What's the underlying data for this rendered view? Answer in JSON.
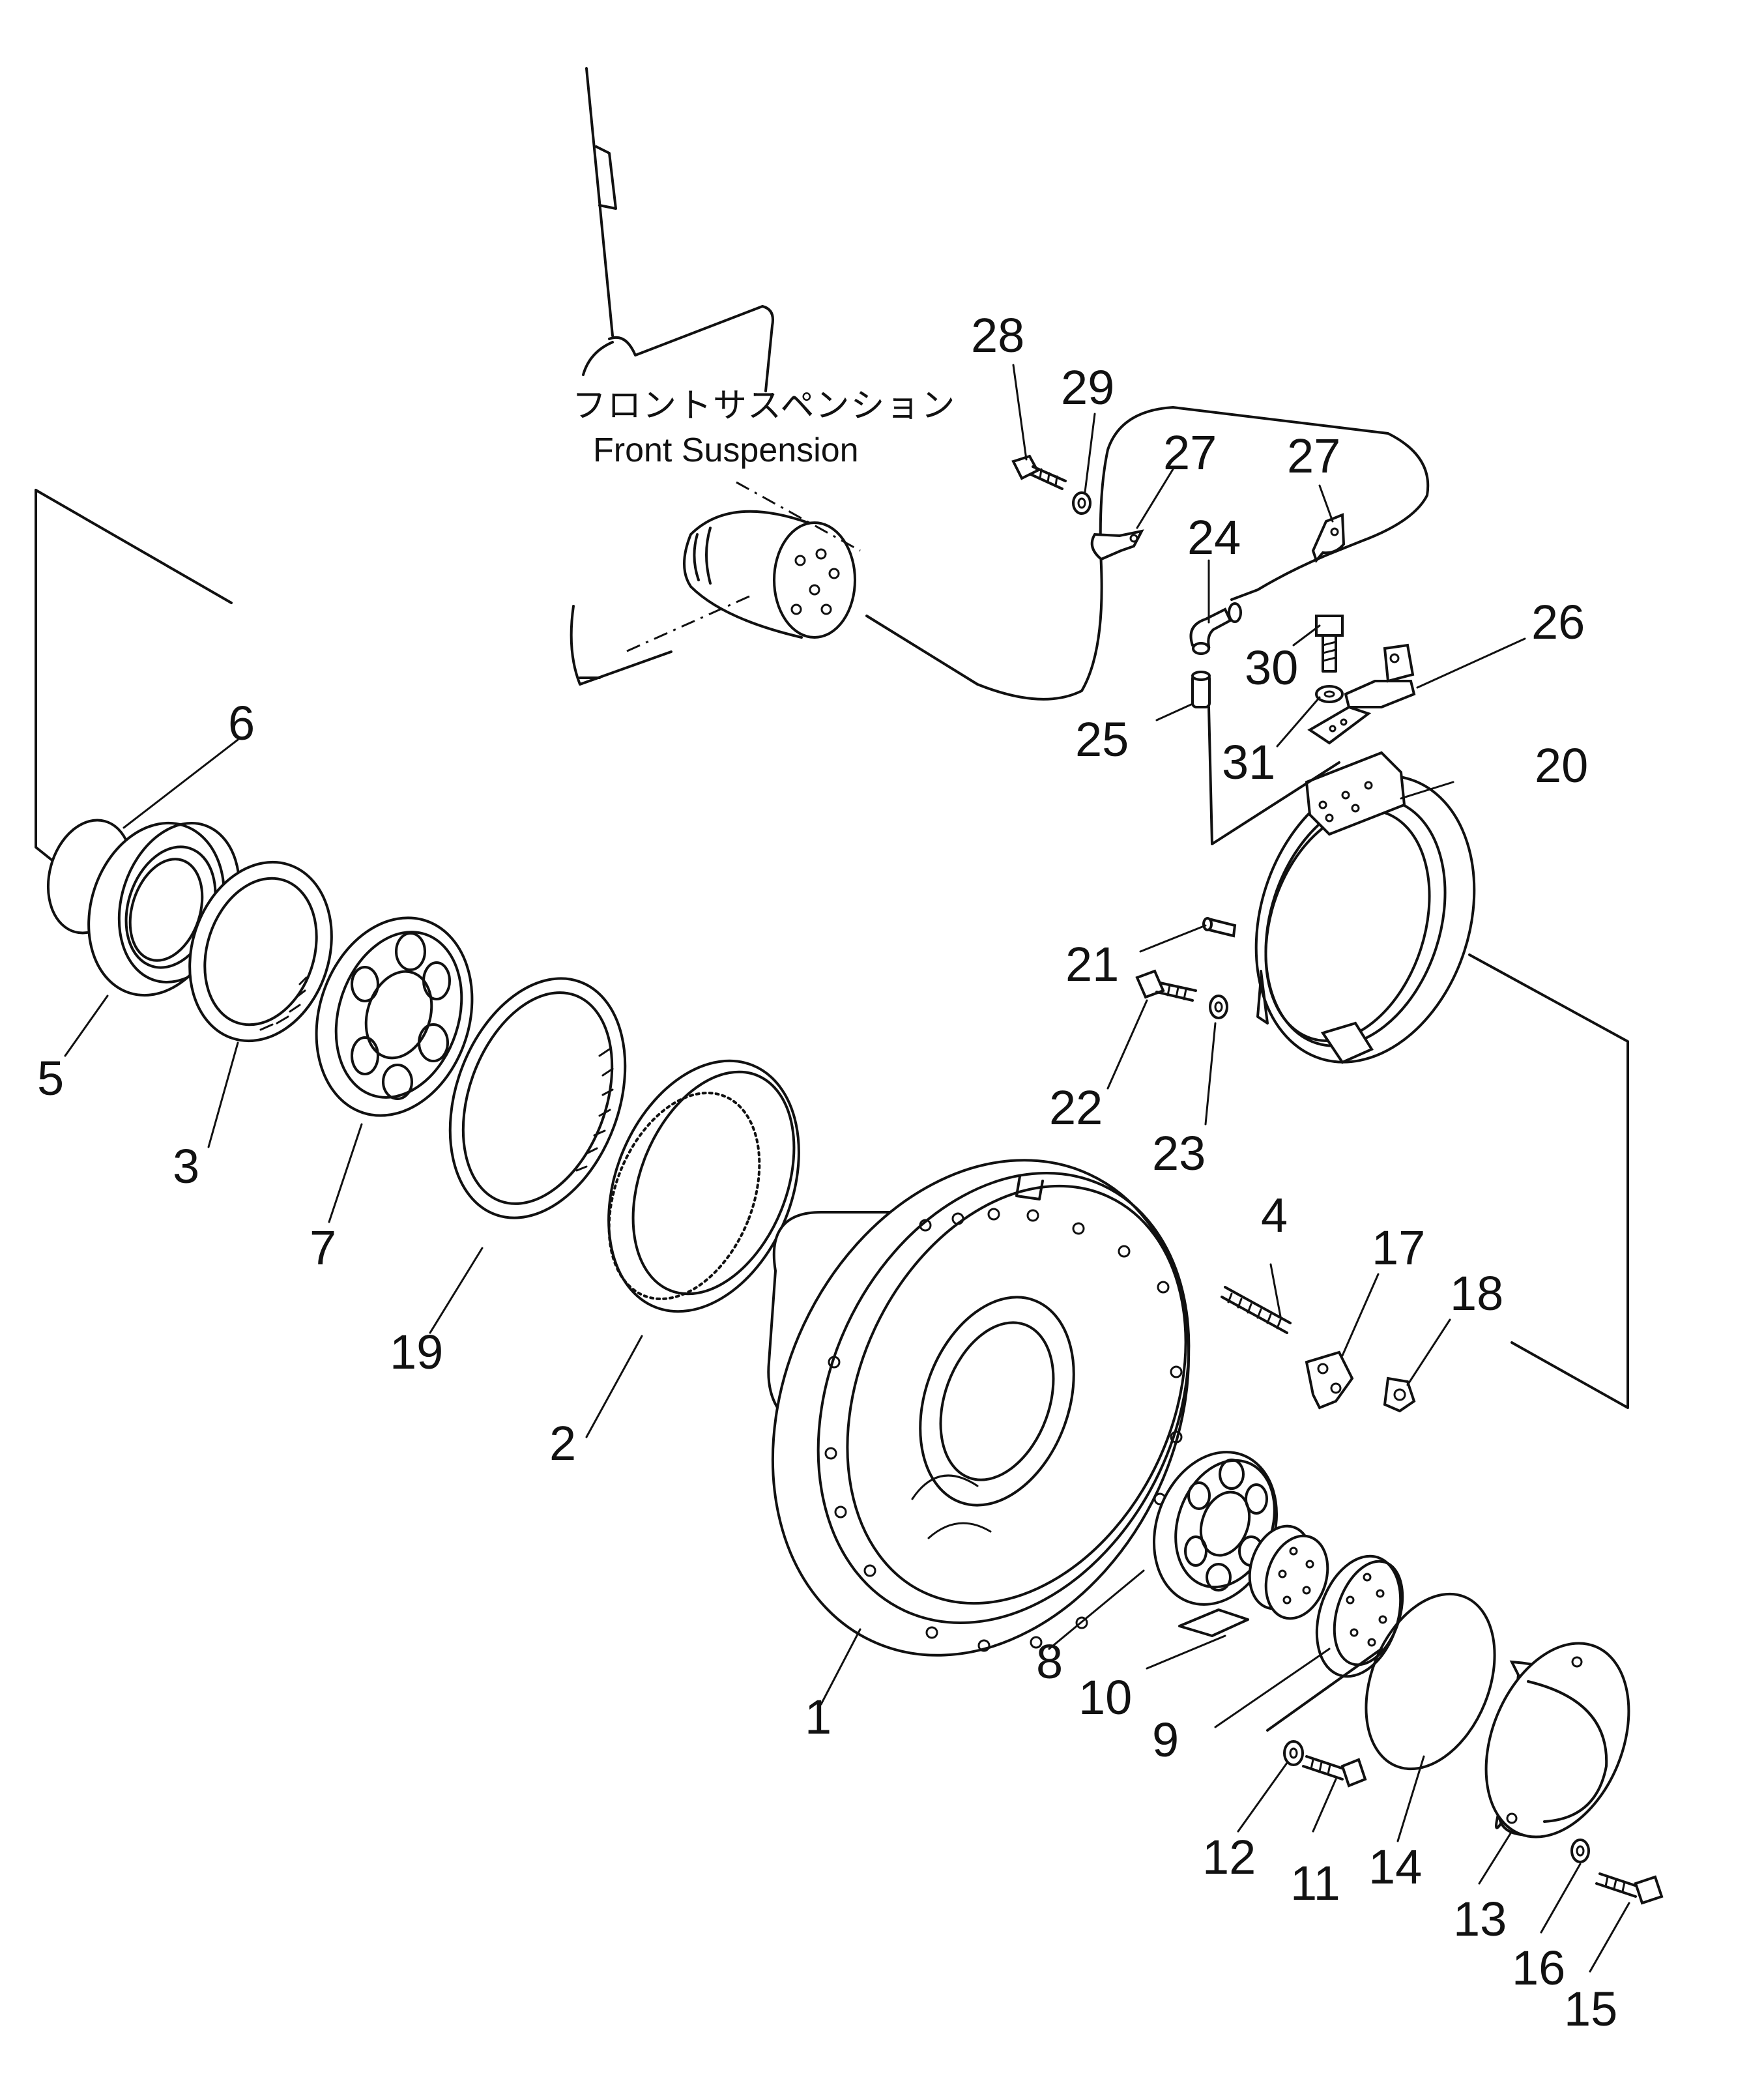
{
  "diagram": {
    "callout_jp": "フロントサスペンション",
    "callout_en": "Front Suspension",
    "part_numbers": [
      "1",
      "2",
      "3",
      "4",
      "5",
      "6",
      "7",
      "8",
      "9",
      "10",
      "11",
      "12",
      "13",
      "14",
      "15",
      "16",
      "17",
      "18",
      "19",
      "20",
      "21",
      "22",
      "23",
      "24",
      "25",
      "26",
      "27",
      "27",
      "28",
      "29",
      "30",
      "31"
    ]
  }
}
